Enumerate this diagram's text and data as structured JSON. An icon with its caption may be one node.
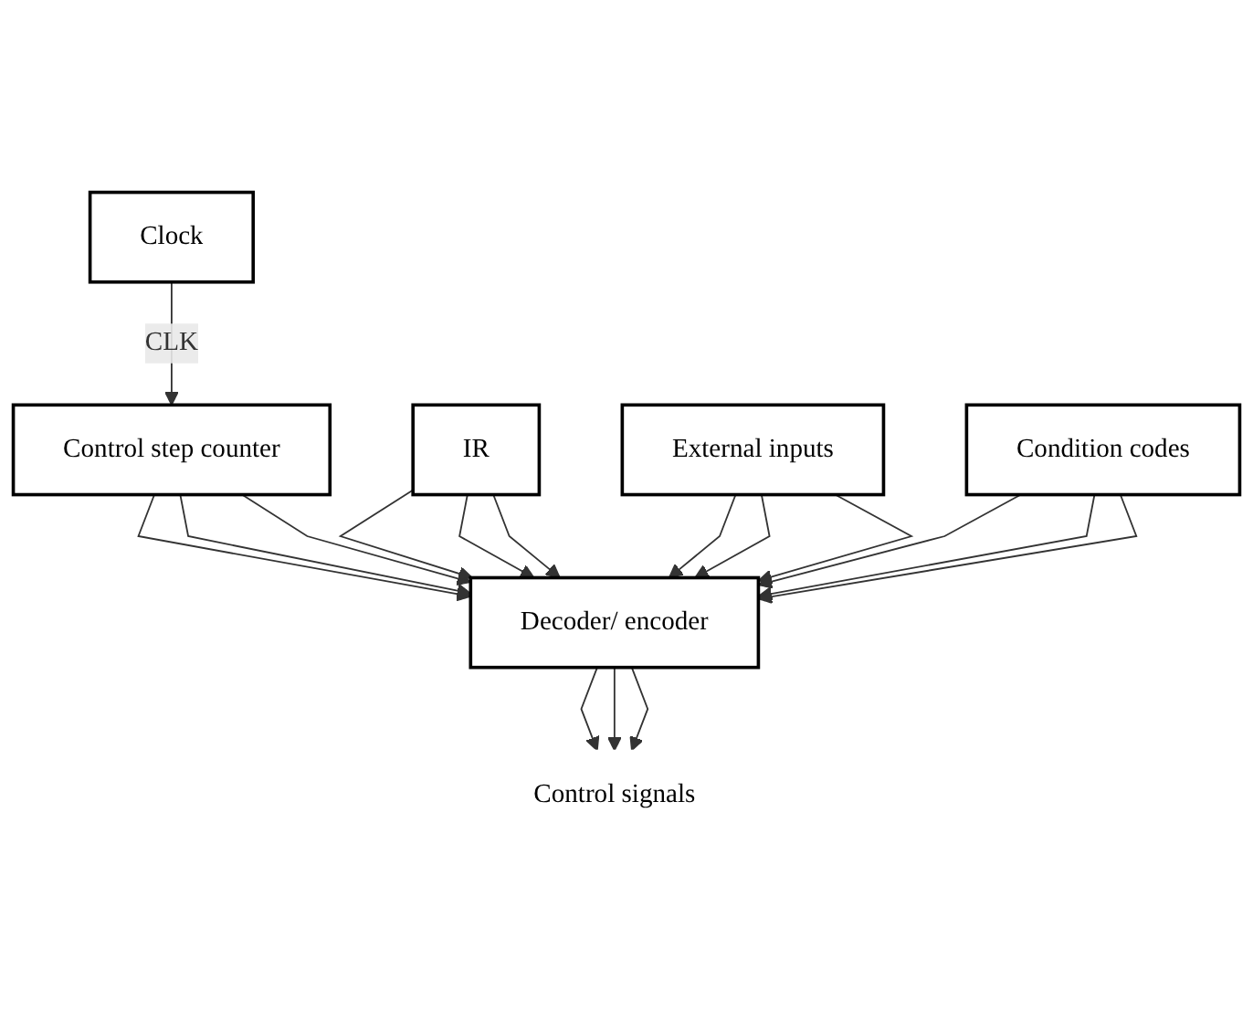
{
  "diagram": {
    "nodes": [
      {
        "text": [
          "Clock"
        ]
      },
      {
        "text": [
          "Control step counter"
        ]
      },
      {
        "text": [
          "IR"
        ]
      },
      {
        "text": [
          "Decoder/ encoder"
        ]
      },
      {
        "text": [
          "External inputs"
        ]
      },
      {
        "text": [
          "Condition codes"
        ]
      },
      {
        "text": [
          "Control signals"
        ]
      }
    ],
    "edges": [
      {
        "from": 0,
        "to": 1,
        "arrow": "to",
        "label": "CLK"
      },
      {
        "from": 1,
        "to": 3,
        "arrow": "to"
      },
      {
        "from": 1,
        "to": 3,
        "arrow": "to"
      },
      {
        "from": 1,
        "to": 3,
        "arrow": "to"
      },
      {
        "from": 2,
        "to": 3,
        "arrow": "to"
      },
      {
        "from": 2,
        "to": 3,
        "arrow": "to"
      },
      {
        "from": 2,
        "to": 3,
        "arrow": "to"
      },
      {
        "from": 4,
        "to": 3,
        "arrow": "to"
      },
      {
        "from": 4,
        "to": 3,
        "arrow": "to"
      },
      {
        "from": 4,
        "to": 3,
        "arrow": "to"
      },
      {
        "from": 5,
        "to": 3,
        "arrow": "to"
      },
      {
        "from": 5,
        "to": 3,
        "arrow": "to"
      },
      {
        "from": 5,
        "to": 3,
        "arrow": "to"
      },
      {
        "from": 3,
        "to": 6,
        "arrow": "to"
      },
      {
        "from": 3,
        "to": 6,
        "arrow": "to"
      },
      {
        "from": 3,
        "to": 6,
        "arrow": "to"
      }
    ]
  }
}
